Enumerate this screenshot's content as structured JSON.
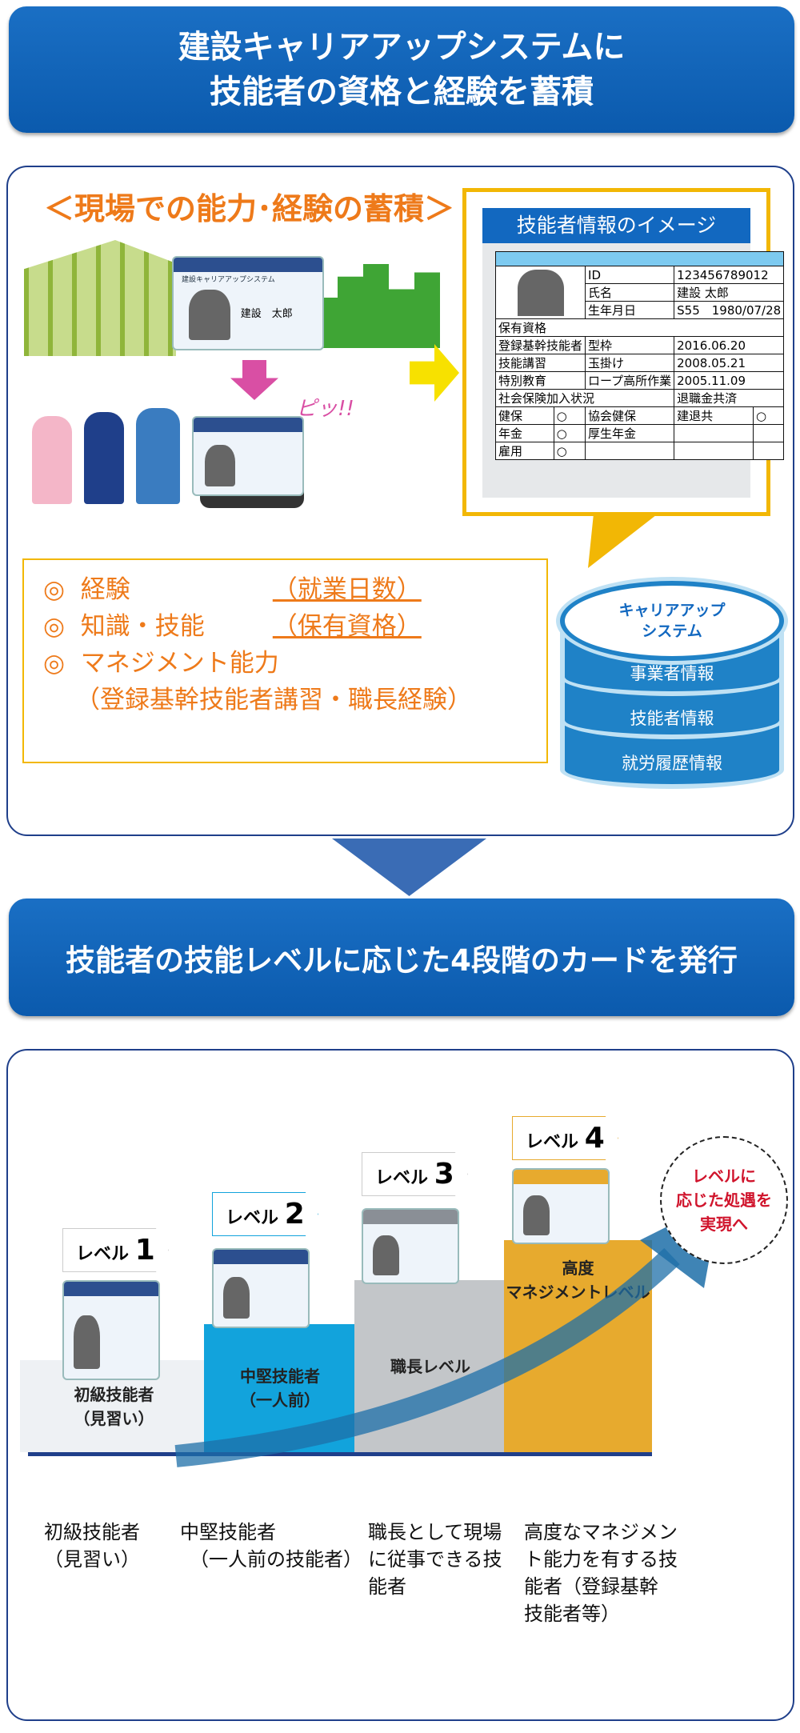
{
  "header": {
    "line1": "建設キャリアアップシステムに",
    "line2": "技能者の資格と経験を蓄積"
  },
  "accumulation": {
    "title": "＜現場での能力･経験の蓄積＞",
    "card_label": "建設キャリアアップシステム",
    "card_name": "建設　太郎",
    "beep": "ピッ!!"
  },
  "info_image": {
    "title": "技能者情報のイメージ",
    "id_label": "ID",
    "id_value": "123456789012",
    "name_label": "氏名",
    "name_value": "建設 太郎",
    "dob_label": "生年月日",
    "dob_value": "S55　1980/07/28",
    "qual_header": "保有資格",
    "quals": [
      {
        "type": "登録基幹技能者",
        "name": "型枠",
        "date": "2016.06.20"
      },
      {
        "type": "技能講習",
        "name": "玉掛け",
        "date": "2008.05.21"
      },
      {
        "type": "特別教育",
        "name": "ロープ高所作業",
        "date": "2005.11.09"
      }
    ],
    "insurance_header": "社会保険加入状況",
    "retire_header": "退職金共済",
    "ins_rows": [
      {
        "a": "健保",
        "b": "○",
        "c": "協会健保",
        "d": "建退共",
        "e": "○"
      },
      {
        "a": "年金",
        "b": "○",
        "c": "厚生年金",
        "d": "",
        "e": ""
      },
      {
        "a": "雇用",
        "b": "○",
        "c": "",
        "d": "",
        "e": ""
      }
    ]
  },
  "bullets": {
    "mark": "◎",
    "b1_label": "経験",
    "b1_paren": "（就業日数）",
    "b2_label": "知識・技能",
    "b2_paren": "（保有資格）",
    "b3_label": "マネジメント能力",
    "b3_paren": "（登録基幹技能者講習・職長経験）"
  },
  "database": {
    "top": "キャリアアップ\nシステム",
    "layers": [
      "事業者情報",
      "技能者情報",
      "就労履歴情報"
    ]
  },
  "banner2": {
    "text": "技能者の技能レベルに応じた4段階のカードを発行"
  },
  "levels": {
    "prefix": "レベル",
    "items": [
      {
        "num": "1",
        "step": "初級技能者\n（見習い）",
        "desc": "初級技能者\n（見習い）"
      },
      {
        "num": "2",
        "step": "中堅技能者\n（一人前）",
        "desc": "中堅技能者\n　（一人前の技能者）"
      },
      {
        "num": "3",
        "step": "職長レベル",
        "desc": "職長として現場\nに従事できる技\n能者"
      },
      {
        "num": "4",
        "step": "高度\nマネジメントレベル",
        "desc": "高度なマネジメン\nト能力を有する技\n能者（登録基幹\n技能者等）"
      }
    ],
    "goal": "レベルに\n応じた処遇を\n実現へ"
  },
  "colors": {
    "blue": "#1268c0",
    "orange": "#ee7a1a",
    "yellow": "#f2b705",
    "lv2": "#12a3dc",
    "lv3": "#c3c6c9",
    "lv4": "#e7aa2e"
  }
}
